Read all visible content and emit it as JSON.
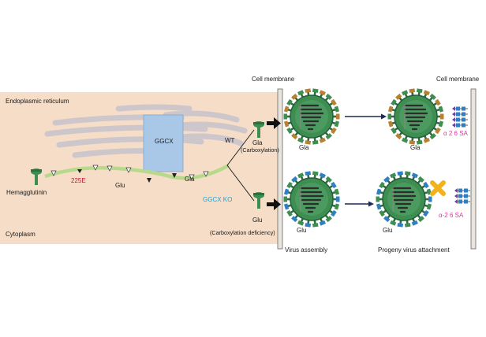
{
  "labels": {
    "endoplasmic_reticulum": "Endoplasmic reticulum",
    "cytoplasm": "Cytoplasm",
    "cell_membrane_left": "Cell membrane",
    "cell_membrane_right": "Cell membrane",
    "ggcx": "GGCX",
    "hemagglutinin": "Hemagglutinin",
    "mutation_225e": "225E",
    "glu_on_chain": "Glu",
    "gla_on_chain": "Gla",
    "wt": "WT",
    "ggcx_ko": "GGCX KO",
    "wt_gla": "Gla",
    "wt_state": "(Carboxylation)",
    "ko_glu": "Glu",
    "ko_state": "(Carboxylation deficiency)",
    "virus_gla": "Gla",
    "virus_glu": "Glu",
    "progeny_gla": "Gla",
    "progeny_glu": "Glu",
    "virus_assembly": "Virus assembly",
    "progeny_attachment": "Progeny virus attachment",
    "sa_top": "α 2 6 SA",
    "sa_bottom": "α-2 6 SA"
  },
  "colors": {
    "er_background": "#f6ddc8",
    "ggcx_box": "#a9c8e8",
    "chain": "#b6d98b",
    "virus_body": "#3e8e52",
    "gla_spike": "#b9802f",
    "glu_spike": "#2f7fc4",
    "block_mark": "#f2b21b",
    "mutation_text": "#c8102e",
    "ko_text": "#1aa3d6",
    "sa_text": "#e0389a"
  },
  "icons": [
    "ha-icon",
    "arrow-icon",
    "virus-icon",
    "block-x-icon",
    "sialic-acid-receptor-icon"
  ]
}
